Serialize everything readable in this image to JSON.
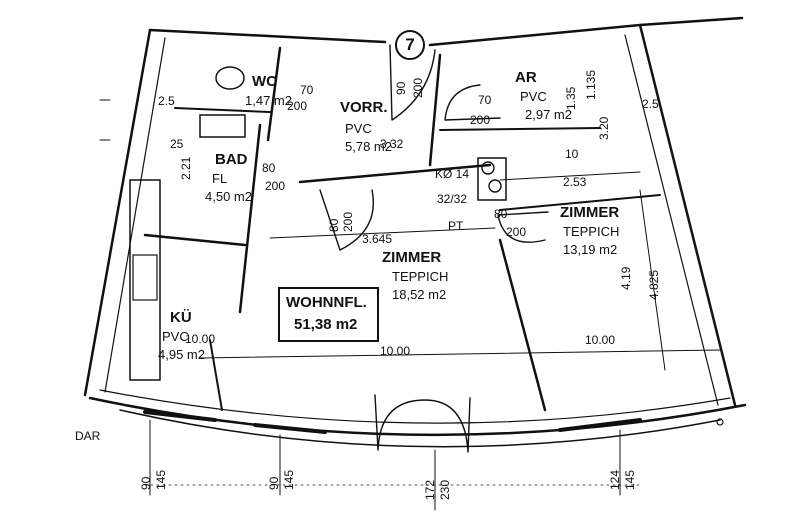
{
  "unit_number": "7",
  "rooms": {
    "wc": {
      "name": "WC",
      "area": "1,47 m2"
    },
    "vorr": {
      "name": "VORR.",
      "floor": "PVC",
      "area": "5,78 m2"
    },
    "ar": {
      "name": "AR",
      "floor": "PVC",
      "area": "2,97 m2"
    },
    "bad": {
      "name": "BAD",
      "floor": "FL",
      "area": "4,50 m2"
    },
    "zimmer_center": {
      "name": "ZIMMER",
      "floor": "TEPPICH",
      "area": "18,52 m2"
    },
    "zimmer_right": {
      "name": "ZIMMER",
      "floor": "TEPPICH",
      "area": "13,19 m2"
    },
    "ku": {
      "name": "KÜ",
      "floor": "PVC",
      "area": "4,95 m2"
    }
  },
  "total": {
    "label": "WOHNNFL.",
    "area": "51,38 m2"
  },
  "kitchen_note": {
    "line1": "KØ 14",
    "line2": "32/32",
    "line3": "PT"
  },
  "dimensions": {
    "door_top_width": "90",
    "door_top_height": "200",
    "wc_door_w": "70",
    "wc_door_h": "200",
    "ar_door_w": "70",
    "ar_door_h": "200",
    "bad_door_w": "80",
    "bad_door_h": "200",
    "zimmer_door_w": "80",
    "zimmer_door_h": "200",
    "right_door_w": "80",
    "right_door_h": "200",
    "vorr_height": "3.32",
    "ar_h1": "1.35",
    "ar_h2": "1.135",
    "w_3645": "3.645",
    "w_253": "2.53",
    "h_10": "10",
    "h_320": "3.20",
    "h_221": "2.21",
    "h_25": "25",
    "h_2_5a": "2.5",
    "h_2_5b": "2.5",
    "ku_width": "10.00",
    "center_width": "10.00",
    "right_width": "10.00",
    "h_419": "4.19",
    "h_4825": "4.825",
    "win1_w": "90",
    "win1_h": "145",
    "win2_w": "90",
    "win2_h": "145",
    "win3_w": "172",
    "win3_h": "230",
    "win4_w": "124",
    "win4_h": "145",
    "dar": "DAR"
  }
}
